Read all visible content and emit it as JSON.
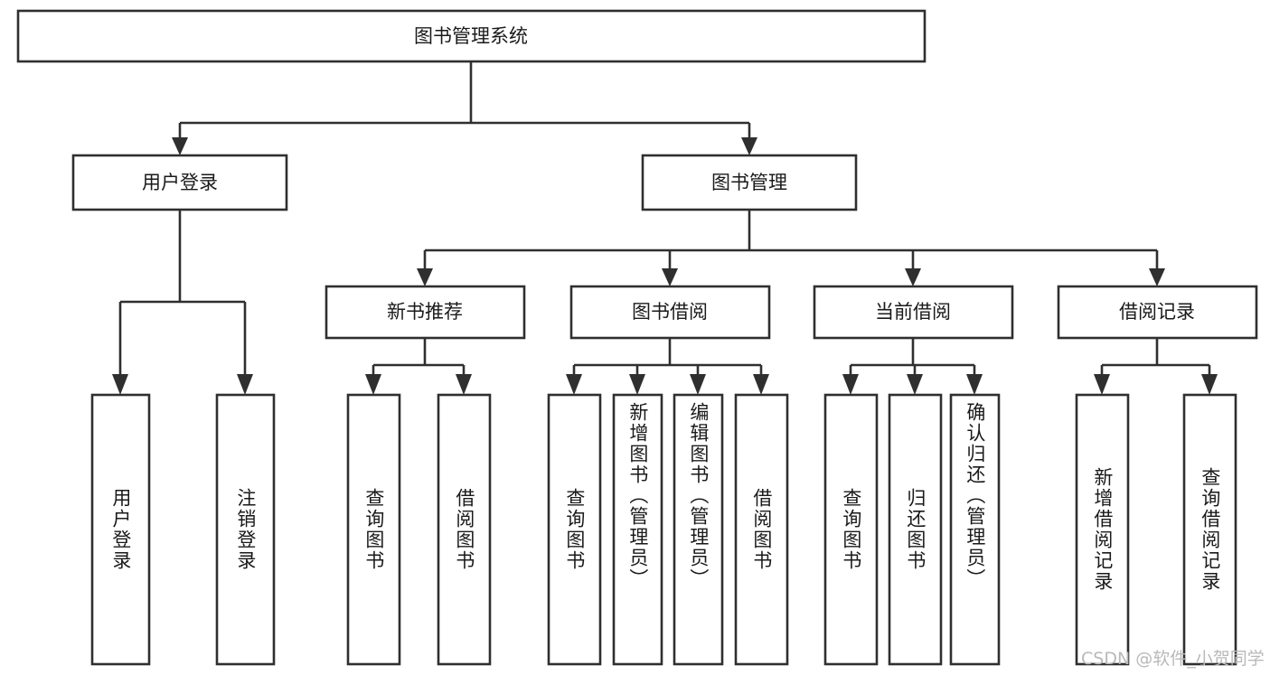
{
  "diagram": {
    "type": "tree-hierarchy",
    "title": "图书管理系统",
    "orientation": "top-down",
    "colors": {
      "stroke": "#2f2f2f",
      "fill": "#ffffff",
      "text": "#1a1a1a",
      "watermark": "#b9b9b9"
    },
    "root": {
      "label": "图书管理系统",
      "name": "root-node"
    },
    "level2": [
      {
        "label": "用户登录",
        "name": "node-user-login"
      },
      {
        "label": "图书管理",
        "name": "node-book-management"
      }
    ],
    "level3": [
      {
        "label": "新书推荐",
        "name": "node-new-book-recommend"
      },
      {
        "label": "图书借阅",
        "name": "node-book-borrow"
      },
      {
        "label": "当前借阅",
        "name": "node-current-borrow"
      },
      {
        "label": "借阅记录",
        "name": "node-borrow-record"
      }
    ],
    "leaves": {
      "user_login": [
        {
          "label": "用户登录",
          "name": "leaf-user-login"
        },
        {
          "label": "注销登录",
          "name": "leaf-logout"
        }
      ],
      "new_book_recommend": [
        {
          "label": "查询图书",
          "name": "leaf-query-book-1"
        },
        {
          "label": "借阅图书",
          "name": "leaf-borrow-book-1"
        }
      ],
      "book_borrow": [
        {
          "label": "查询图书",
          "name": "leaf-query-book-2"
        },
        {
          "label": "新增图书（管理员）",
          "name": "leaf-add-book-admin"
        },
        {
          "label": "编辑图书（管理员）",
          "name": "leaf-edit-book-admin"
        },
        {
          "label": "借阅图书",
          "name": "leaf-borrow-book-2"
        }
      ],
      "current_borrow": [
        {
          "label": "查询图书",
          "name": "leaf-query-book-3"
        },
        {
          "label": "归还图书",
          "name": "leaf-return-book"
        },
        {
          "label": "确认归还（管理员）",
          "name": "leaf-confirm-return-admin"
        }
      ],
      "borrow_record": [
        {
          "label": "新增借阅记录",
          "name": "leaf-add-borrow-record"
        },
        {
          "label": "查询借阅记录",
          "name": "leaf-query-borrow-record"
        }
      ]
    },
    "watermark": "CSDN @软件_小贺同学"
  }
}
